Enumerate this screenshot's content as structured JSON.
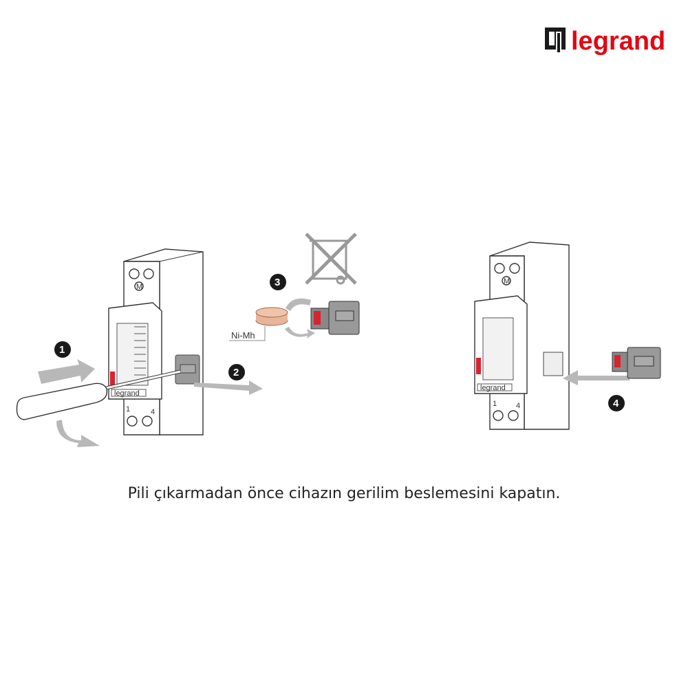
{
  "logo": {
    "text": "legrand",
    "color": "#e30613",
    "mark_color": "#1a1a1a"
  },
  "steps": [
    {
      "number": "1"
    },
    {
      "number": "2"
    },
    {
      "number": "3"
    },
    {
      "number": "4"
    }
  ],
  "battery_label": "Ni-Mh",
  "device": {
    "motor_label": "M",
    "terminal_left": "1",
    "terminal_right": "4",
    "brand": "legrand"
  },
  "caption": "Pili çıkarmadan önce cihazın gerilim beslemesini kapatın.",
  "colors": {
    "arrow": "#b8b8b8",
    "battery": "#e8b59a",
    "clip": "#d9232e",
    "holder": "#8a8a8a",
    "badge": "#1a1a1a"
  },
  "icons": [
    "crossed-out-bin-icon",
    "screwdriver",
    "battery-holder"
  ]
}
